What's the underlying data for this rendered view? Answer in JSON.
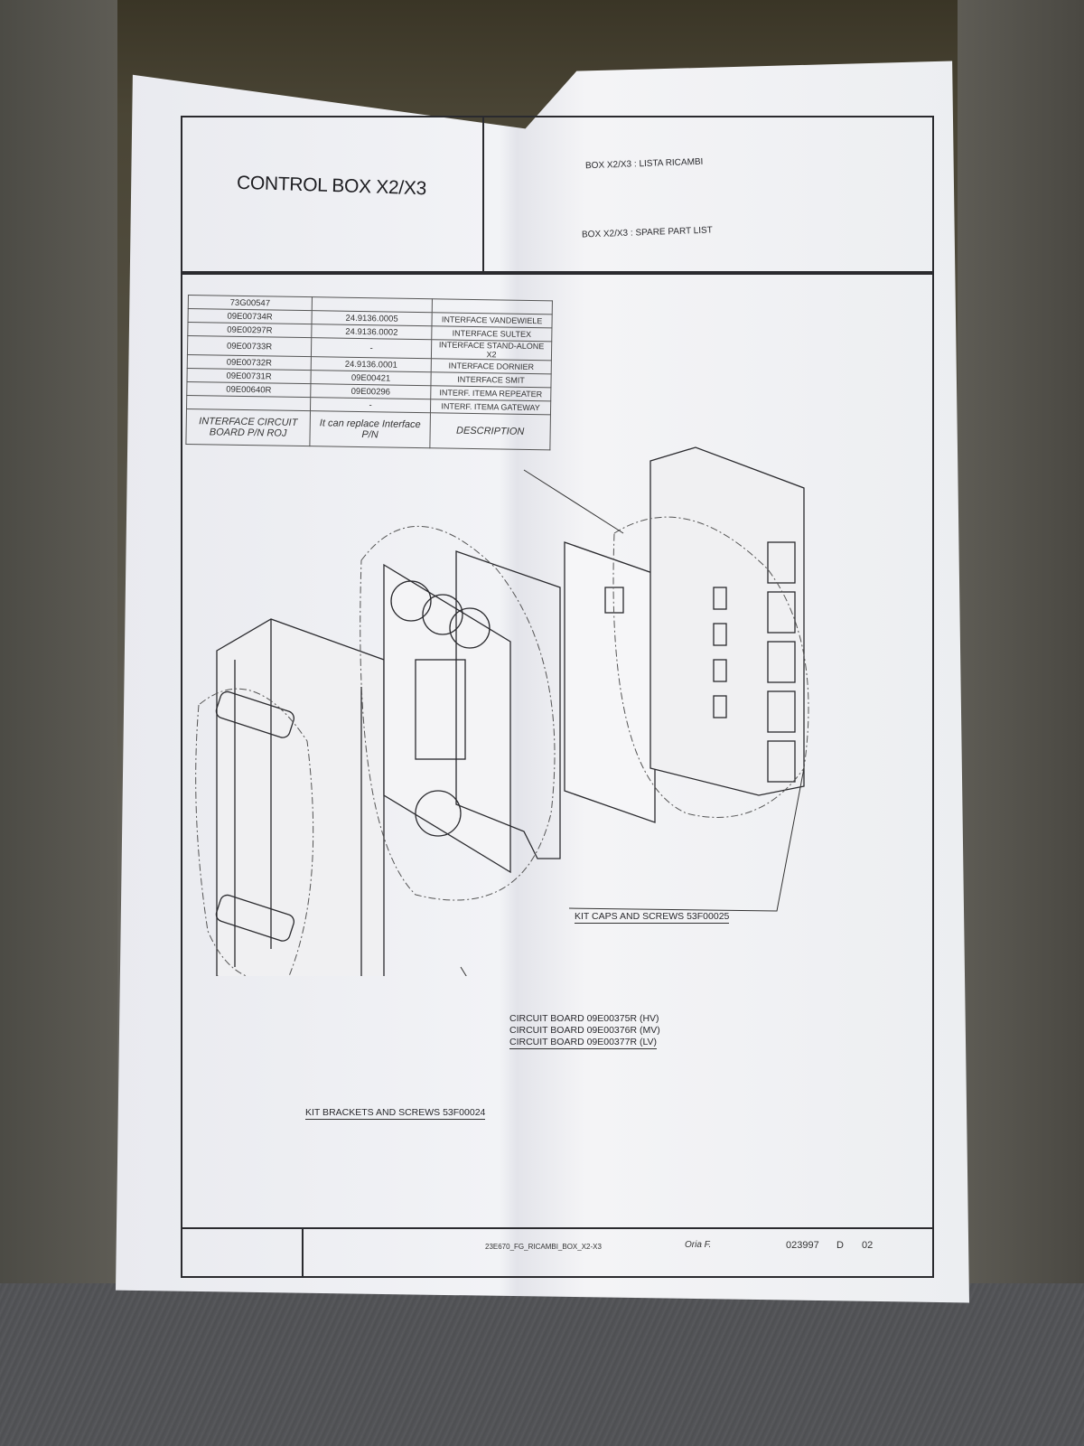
{
  "header": {
    "title": "CONTROL BOX X2/X3",
    "subtitle_it": "BOX X2/X3 : LISTA RICAMBI",
    "subtitle_en": "BOX X2/X3 : SPARE PART LIST"
  },
  "parts_table": {
    "headers": [
      "INTERFACE CIRCUIT BOARD P/N ROJ",
      "It can replace Interface P/N",
      "DESCRIPTION"
    ],
    "rows": [
      {
        "pn": "73G00547",
        "replace": "",
        "desc": ""
      },
      {
        "pn": "09E00734R",
        "replace": "24.9136.0005",
        "desc": "INTERFACE VANDEWIELE"
      },
      {
        "pn": "09E00297R",
        "replace": "24.9136.0002",
        "desc": "INTERFACE SULTEX"
      },
      {
        "pn": "09E00733R",
        "replace": "-",
        "desc": "INTERFACE STAND-ALONE X2"
      },
      {
        "pn": "09E00732R",
        "replace": "24.9136.0001",
        "desc": "INTERFACE DORNIER"
      },
      {
        "pn": "09E00731R",
        "replace": "09E00421",
        "desc": "INTERFACE SMIT"
      },
      {
        "pn": "09E00640R",
        "replace": "09E00296",
        "desc": "INTERF. ITEMA REPEATER"
      },
      {
        "pn": "",
        "replace": "-",
        "desc": "INTERF. ITEMA GATEWAY"
      }
    ]
  },
  "callouts": {
    "kit_caps": "KIT CAPS AND SCREWS 53F00025",
    "circuit_boards": [
      "CIRCUIT BOARD 09E00375R (HV)",
      "CIRCUIT BOARD 09E00376R (MV)",
      "CIRCUIT BOARD 09E00377R (LV)"
    ],
    "kit_brackets": "KIT BRACKETS AND SCREWS 53F00024"
  },
  "footer": {
    "filename": "23E670_FG_RICAMBI_BOX_X2-X3",
    "author": "Oria F.",
    "doc_number": "023997",
    "revision": "D",
    "sheet": "02"
  }
}
